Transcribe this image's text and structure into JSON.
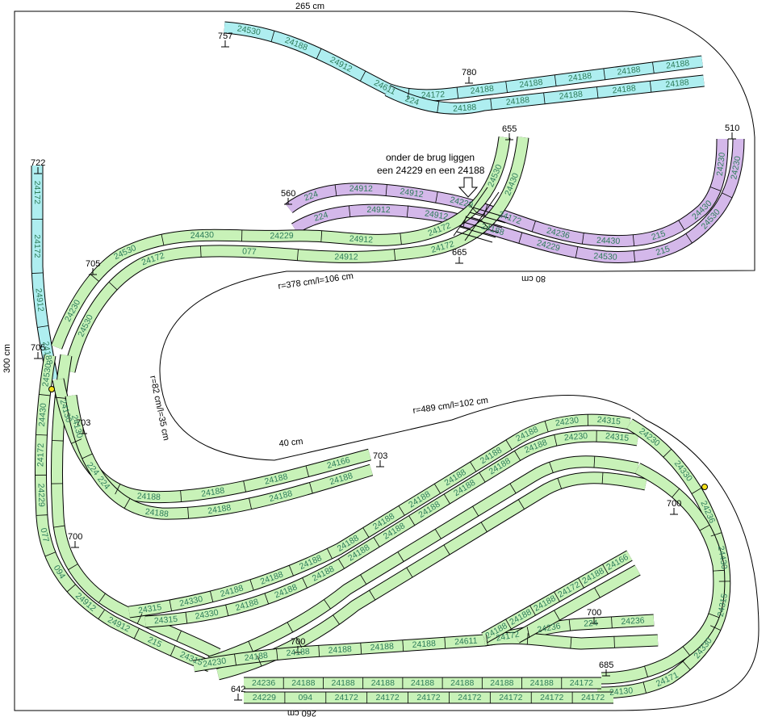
{
  "dims": {
    "top": "265 cm",
    "bottom": "260 cm",
    "left": "300 cm",
    "right_small": "80 cm",
    "inner_40": "40 cm"
  },
  "annotations": {
    "note_line1": "onder de brug liggen",
    "note_line2": "een 24229 en een 24188",
    "radius_a": "r=378 cm/l=106 cm",
    "radius_b": "r=489 cm/l=102 cm",
    "radius_c": "r=82 cm/l=35 cm"
  },
  "heights": [
    "757",
    "780",
    "655",
    "510",
    "560",
    "665",
    "722",
    "705",
    "705",
    "703",
    "703",
    "700",
    "700",
    "700",
    "700",
    "685",
    "642"
  ],
  "colors": {
    "cyan": "#aeeef0",
    "purple": "#d4b8ea",
    "green": "#c8f2b8",
    "outline": "#000000",
    "text": "#2e7d5a"
  },
  "track_labels": {
    "cyan_top": [
      "24530",
      "24188",
      "24912",
      "24611",
      "24172",
      "24188",
      "24188",
      "24188",
      "24188",
      "24188"
    ],
    "cyan_lower": [
      "224",
      "24188",
      "24188",
      "24188",
      "24188",
      "24188"
    ],
    "purple_a": [
      "224",
      "24912",
      "24912",
      "24229",
      "24172",
      "24236",
      "24430",
      "215",
      "24430",
      "24230"
    ],
    "purple_b": [
      "224",
      "24912",
      "24912",
      "24188",
      "24229",
      "24530",
      "215",
      "24530",
      "24230"
    ],
    "green_upper_a": [
      "24530",
      "24172",
      "24912",
      "24229",
      "24430",
      "24530",
      "24230"
    ],
    "green_upper_b": [
      "24430",
      "24172",
      "24912",
      "077",
      "24172",
      "24530"
    ],
    "left_cyan": [
      "24172",
      "24172",
      "24912",
      "24188"
    ],
    "left_green": [
      "24530",
      "24430",
      "24172",
      "24229",
      "077",
      "094",
      "24912",
      "24912",
      "215",
      "24315"
    ],
    "mid_a": [
      "24130",
      "224",
      "24188",
      "24188",
      "24188",
      "24166"
    ],
    "mid_b": [
      "24130",
      "224",
      "24188",
      "24188",
      "24188",
      "24188"
    ],
    "diag_a": [
      "24315",
      "24330",
      "24188",
      "24188",
      "24188",
      "24188",
      "24188",
      "24188",
      "24188",
      "24188",
      "24188",
      "24230",
      "24315"
    ],
    "diag_b": [
      "24315",
      "24330",
      "24188",
      "24188",
      "24188",
      "24188",
      "24188",
      "24188",
      "24188",
      "24188",
      "24188",
      "24230",
      "24315"
    ],
    "lower_mid": [
      "24230",
      "24188",
      "24188",
      "24188",
      "24188",
      "24188",
      "24611",
      "24172",
      "24236",
      "224",
      "24236"
    ],
    "bottom_a": [
      "24236",
      "24188",
      "24188",
      "24188",
      "24188",
      "24188",
      "24188",
      "24188",
      "24172"
    ],
    "bottom_b": [
      "24229",
      "094",
      "24172",
      "24172",
      "24172",
      "24172",
      "24172",
      "24172",
      "24172"
    ],
    "right_loop": [
      "24230",
      "24330",
      "24236",
      "24430",
      "24315",
      "24330",
      "24171",
      "24130"
    ],
    "siding": [
      "24188",
      "24188",
      "24188",
      "24172",
      "24188",
      "24166"
    ]
  }
}
